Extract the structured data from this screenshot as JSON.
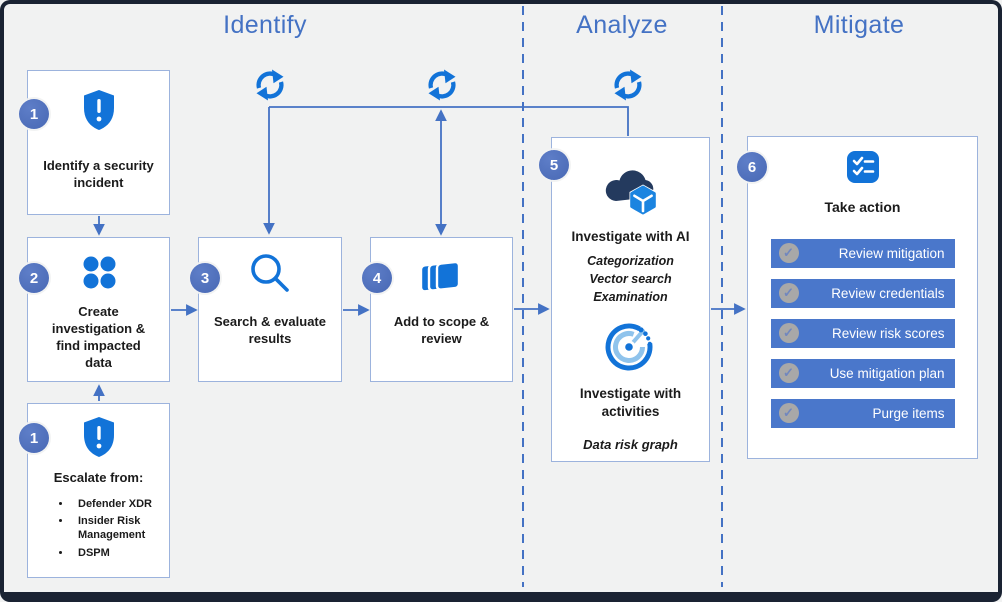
{
  "phases": {
    "identify": "Identify",
    "analyze": "Analyze",
    "mitigate": "Mitigate"
  },
  "steps": {
    "identify_incident": {
      "number": "1",
      "label": "Identify a security incident",
      "icon": "shield-alert-icon"
    },
    "create_investigation": {
      "number": "2",
      "label": "Create investigation & find impacted data",
      "icon": "dots-grid-icon"
    },
    "search_evaluate": {
      "number": "3",
      "label": "Search & evaluate results",
      "icon": "search-icon"
    },
    "add_scope": {
      "number": "4",
      "label": "Add to scope & review",
      "icon": "stack-icon"
    },
    "escalate": {
      "number": "1",
      "heading": "Escalate from:",
      "icon": "shield-alert-icon",
      "sources": [
        "Defender XDR",
        "Insider Risk Management",
        "DSPM"
      ]
    },
    "investigate": {
      "number": "5",
      "ai_heading": "Investigate with AI",
      "ai_icon": "cloud-cube-icon",
      "ai_methods": [
        "Categorization",
        "Vector search",
        "Examination"
      ],
      "activities_heading": "Investigate with activities",
      "activities_icon": "activity-gauge-icon",
      "activities_method": "Data risk graph"
    },
    "take_action": {
      "number": "6",
      "heading": "Take action",
      "icon": "task-list-icon",
      "actions": [
        "Review mitigation",
        "Review credentials",
        "Review risk scores",
        "Use mitigation plan",
        "Purge items"
      ]
    }
  },
  "colors": {
    "accent_blue": "#4472C4",
    "icon_blue": "#1273D8",
    "cloud_navy": "#243A5E",
    "button_blue": "#4A77CB",
    "number_circle_blue": "#4D6FBB",
    "background": "#F1F2F2",
    "card_border": "#9CB3DD"
  }
}
